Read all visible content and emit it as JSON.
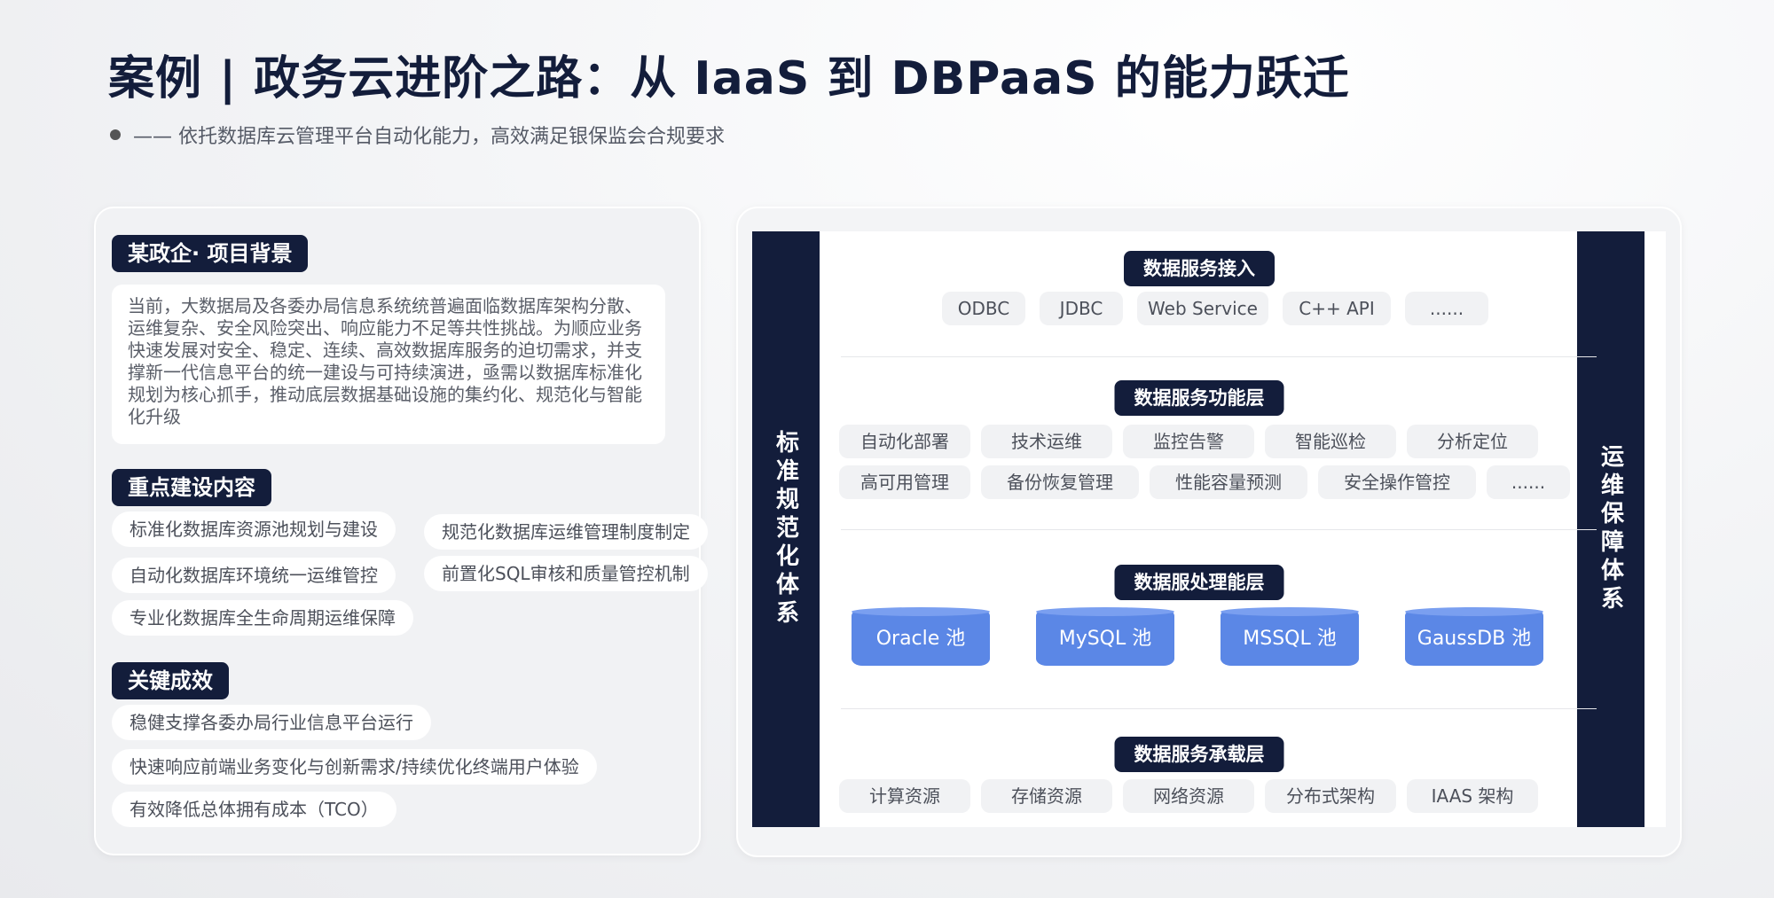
{
  "title": "案例 | 政务云进阶之路：从 IaaS 到 DBPaaS 的能力跃迁",
  "subtitle": "—— 依托数据库云管理平台自动化能力，高效满足银保监会合规要求",
  "left": {
    "background_tag": "某政企· 项目背景",
    "background_text": "当前，大数据局及各委办局信息系统统普遍面临数据库架构分散、运维复杂、安全风险突出、响应能力不足等共性挑战。为顺应业务快速发展对安全、稳定、连续、高效数据库服务的迫切需求，并支撑新一代信息平台的统一建设与可持续演进，亟需以数据库标准化规划为核心抓手，推动底层数据基础设施的集约化、规范化与智能化升级",
    "key_tag": "重点建设内容",
    "key_items": [
      "标准化数据库资源池规划与建设",
      "规范化数据库运维管理制度制定",
      "自动化数据库环境统一运维管控",
      "前置化SQL审核和质量管控机制",
      "专业化数据库全生命周期运维保障"
    ],
    "result_tag": "关键成效",
    "result_items": [
      "稳健支撑各委办局行业信息平台运行",
      "快速响应前端业务变化与创新需求/持续优化终端用户体验",
      "有效降低总体拥有成本（TCO）"
    ]
  },
  "right": {
    "left_bar": "标准规范化体系",
    "right_bar": "运维保障体系",
    "access_layer": {
      "title": "数据服务接入",
      "items": [
        "ODBC",
        "JDBC",
        "Web Service",
        "C++ API",
        "......"
      ]
    },
    "function_layer": {
      "title": "数据服务功能层",
      "row1": [
        "自动化部署",
        "技术运维",
        "监控告警",
        "智能巡检",
        "分析定位"
      ],
      "row2": [
        "高可用管理",
        "备份恢复管理",
        "性能容量预测",
        "安全操作管控",
        "......"
      ]
    },
    "processing_layer": {
      "title": "数据服处理能层",
      "pools": [
        "Oracle 池",
        "MySQL 池",
        "MSSQL 池",
        "GaussDB 池"
      ]
    },
    "bearing_layer": {
      "title": "数据服务承载层",
      "items": [
        "计算资源",
        "存储资源",
        "网络资源",
        "分布式架构",
        "IAAS 架构"
      ]
    },
    "colors": {
      "navy": "#131d3b",
      "pool_blue": "#5b87e6"
    }
  }
}
